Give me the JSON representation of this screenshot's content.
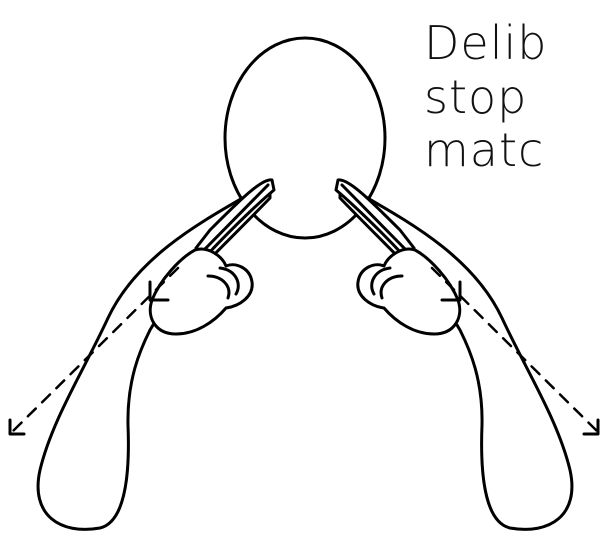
{
  "caption": {
    "line1": "Delib",
    "line2": "stop",
    "line3": "matc"
  },
  "figure": {
    "elements": [
      "head",
      "left-arm",
      "right-arm",
      "left-hand",
      "right-hand",
      "left-motion-arrow",
      "right-motion-arrow"
    ]
  }
}
